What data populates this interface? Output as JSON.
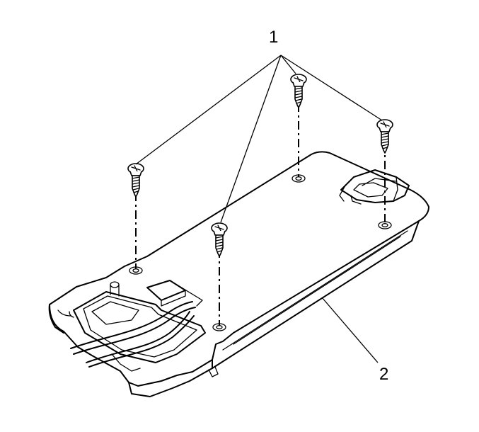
{
  "callouts": {
    "screws": "1",
    "plate": "2"
  },
  "parts": {
    "screw_count": 4
  }
}
